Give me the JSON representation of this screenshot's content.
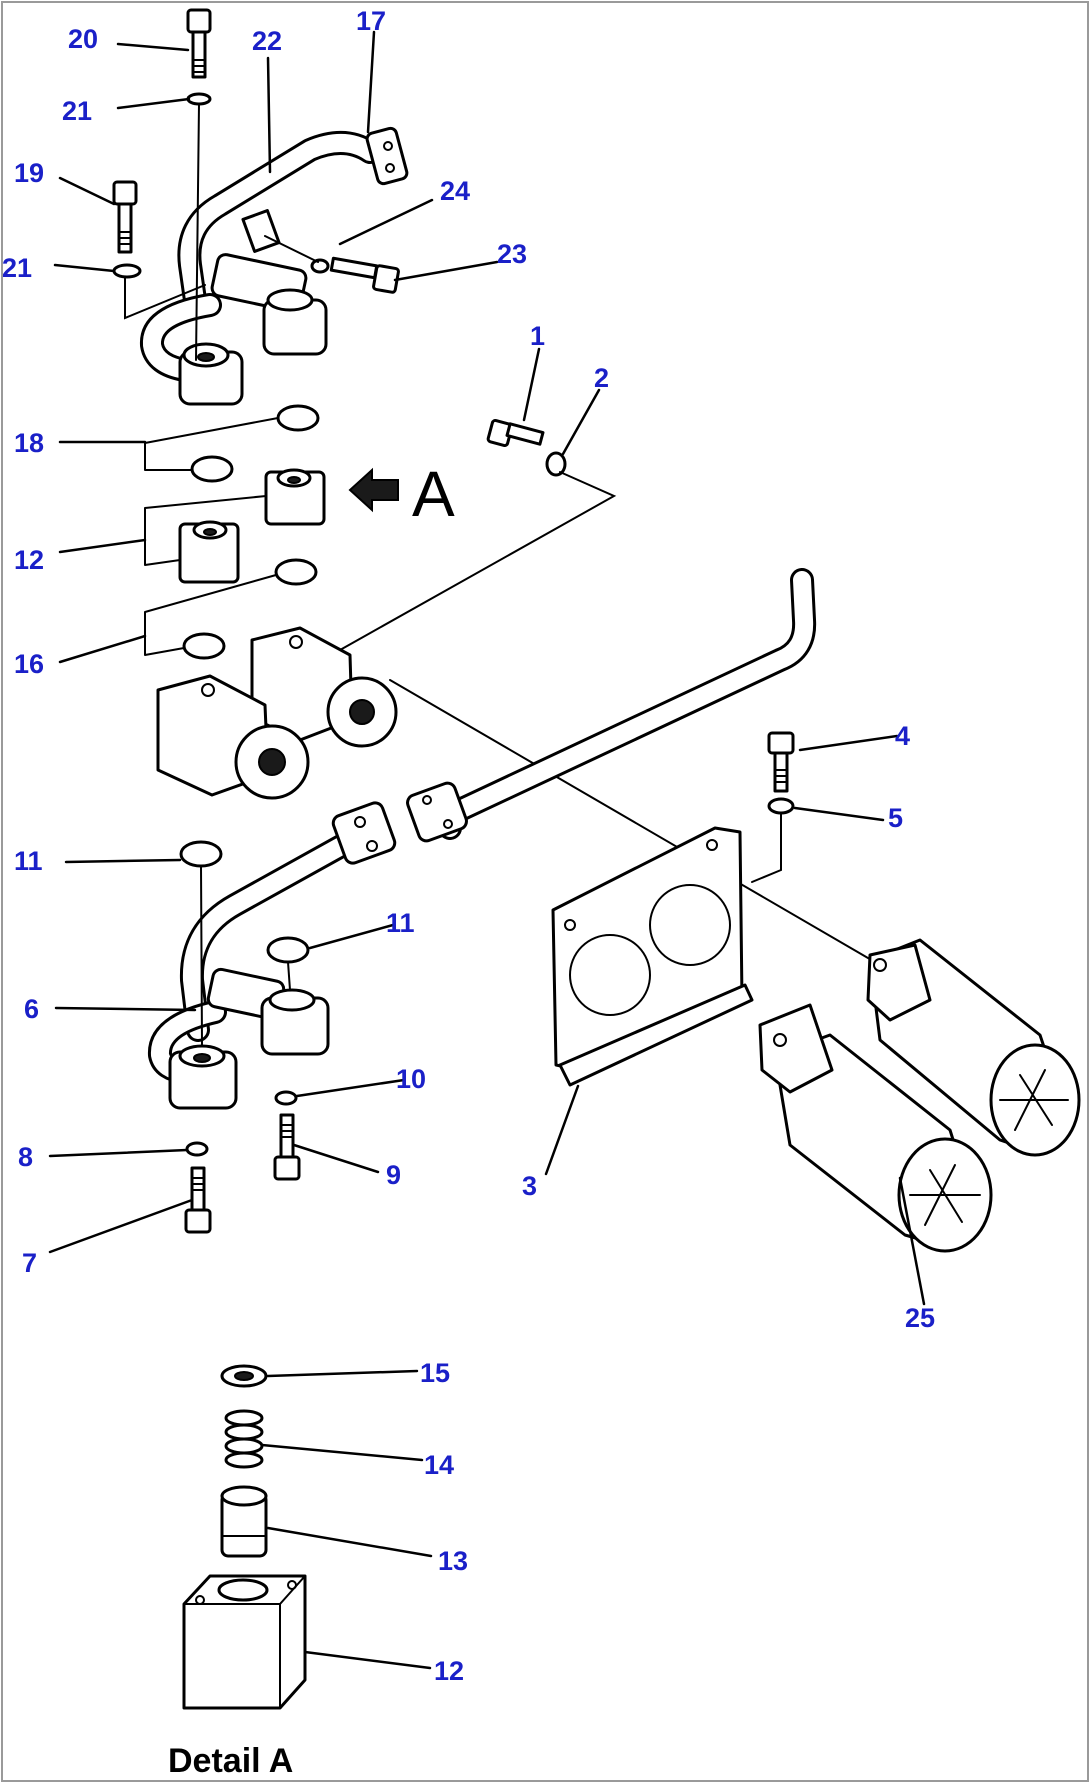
{
  "callouts": {
    "c1": "1",
    "c2": "2",
    "c3": "3",
    "c4": "4",
    "c5": "5",
    "c6": "6",
    "c7": "7",
    "c8": "8",
    "c9": "9",
    "c10": "10",
    "c11a": "11",
    "c11b": "11",
    "c12a": "12",
    "c12b": "12",
    "c13": "13",
    "c14": "14",
    "c15": "15",
    "c16": "16",
    "c17": "17",
    "c18": "18",
    "c19": "19",
    "c20": "20",
    "c21a": "21",
    "c21b": "21",
    "c22": "22",
    "c23": "23",
    "c24": "24",
    "c25": "25"
  },
  "view_marker": "A",
  "detail_caption": "Detail A",
  "colors": {
    "callout": "#1a20c8",
    "line": "#000000",
    "background": "#ffffff"
  },
  "icons": {
    "view_arrow": "arrow-right-icon"
  }
}
